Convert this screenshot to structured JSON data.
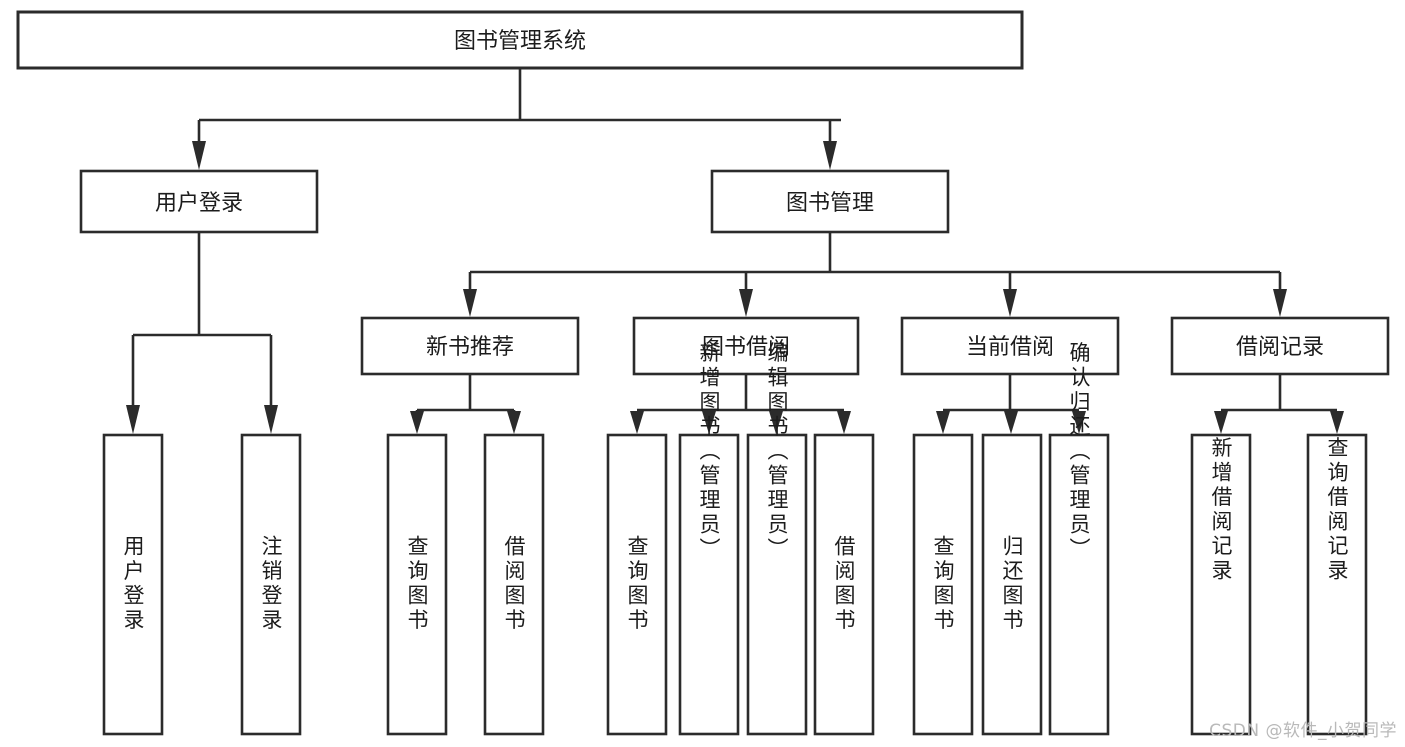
{
  "diagram": {
    "title": "图书管理系统",
    "type": "tree",
    "watermark": "CSDN @软件_小贺同学",
    "colors": {
      "stroke": "#2b2b2b",
      "fill": "#ffffff",
      "text": "#1c1c1c",
      "watermark": "#b9b9b9",
      "background": "#ffffff"
    },
    "levels": {
      "root": [
        "图书管理系统"
      ],
      "level2": [
        "用户登录",
        "图书管理"
      ],
      "level3": [
        "新书推荐",
        "图书借阅",
        "当前借阅",
        "借阅记录"
      ],
      "leaves": [
        "用户登录",
        "注销登录",
        "查询图书",
        "借阅图书",
        "查询图书",
        "新增图书（管理员）",
        "编辑图书（管理员）",
        "借阅图书",
        "查询图书",
        "归还图书",
        "确认归还（管理员）",
        "新增借阅记录",
        "查询借阅记录"
      ]
    },
    "nodes": {
      "root": {
        "label": "图书管理系统"
      },
      "user_login": {
        "label": "用户登录"
      },
      "book_mgmt": {
        "label": "图书管理"
      },
      "new_book_rec": {
        "label": "新书推荐"
      },
      "book_borrow": {
        "label": "图书借阅"
      },
      "current_borrow": {
        "label": "当前借阅"
      },
      "borrow_record": {
        "label": "借阅记录"
      },
      "leaf_user_login": {
        "label": "用户登录"
      },
      "leaf_logout": {
        "label": "注销登录"
      },
      "leaf_query_book_a": {
        "label": "查询图书"
      },
      "leaf_borrow_book_a": {
        "label": "借阅图书"
      },
      "leaf_query_book_b": {
        "label": "查询图书"
      },
      "leaf_add_book": {
        "label": "新增图书（管理员）"
      },
      "leaf_edit_book": {
        "label": "编辑图书（管理员）"
      },
      "leaf_borrow_book_b": {
        "label": "借阅图书"
      },
      "leaf_query_book_c": {
        "label": "查询图书"
      },
      "leaf_return_book": {
        "label": "归还图书"
      },
      "leaf_confirm_return": {
        "label": "确认归还（管理员）"
      },
      "leaf_add_record": {
        "label": "新增借阅记录"
      },
      "leaf_query_record": {
        "label": "查询借阅记录"
      }
    }
  }
}
